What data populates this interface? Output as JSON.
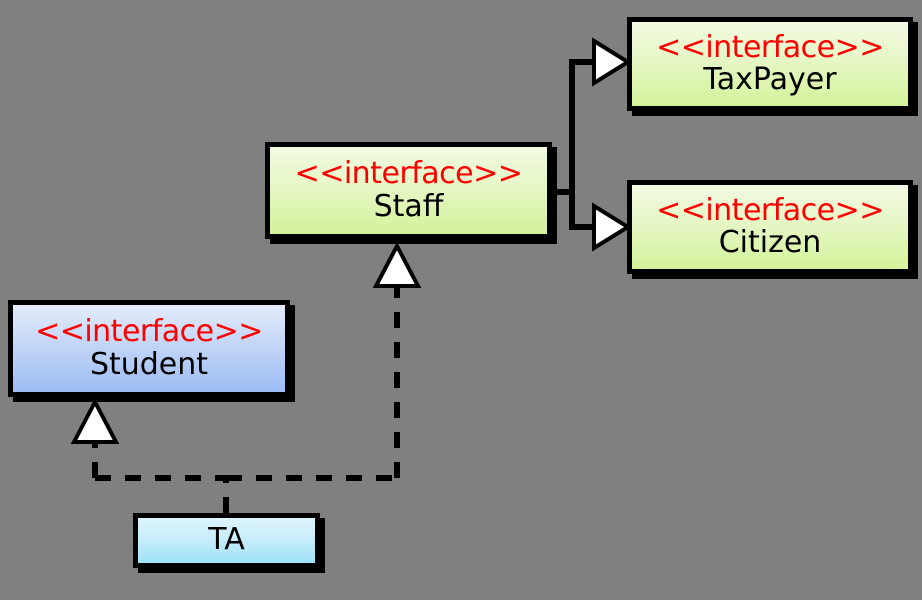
{
  "diagram": {
    "type": "uml-class-diagram",
    "background_color": "#808080",
    "stereotype_color": "#ff0000",
    "line_color": "#000000",
    "nodes": [
      {
        "id": "taxpayer",
        "stereotype": "<<interface>>",
        "name": "TaxPayer",
        "fill": "green-gradient",
        "fill_top": "#f2fae2",
        "fill_bottom": "#d4f29a"
      },
      {
        "id": "citizen",
        "stereotype": "<<interface>>",
        "name": "Citizen",
        "fill": "green-gradient",
        "fill_top": "#f2fae2",
        "fill_bottom": "#d4f29a"
      },
      {
        "id": "staff",
        "stereotype": "<<interface>>",
        "name": "Staff",
        "fill": "green-gradient",
        "fill_top": "#f2fae2",
        "fill_bottom": "#d4f29a"
      },
      {
        "id": "student",
        "stereotype": "<<interface>>",
        "name": "Student",
        "fill": "blue-gradient",
        "fill_top": "#e4ecfb",
        "fill_bottom": "#9dbdf5"
      },
      {
        "id": "ta",
        "stereotype": "",
        "name": "TA",
        "fill": "cyan-gradient",
        "fill_top": "#ddf4fd",
        "fill_bottom": "#9fe2f7"
      }
    ],
    "edges": [
      {
        "id": "staff-taxpayer",
        "from": "staff",
        "to": "taxpayer",
        "style": "solid",
        "arrowhead": "hollow-triangle",
        "relation": "generalization"
      },
      {
        "id": "staff-citizen",
        "from": "staff",
        "to": "citizen",
        "style": "solid",
        "arrowhead": "hollow-triangle",
        "relation": "generalization"
      },
      {
        "id": "ta-student",
        "from": "ta",
        "to": "student",
        "style": "dashed",
        "arrowhead": "hollow-triangle",
        "relation": "realization"
      },
      {
        "id": "ta-staff",
        "from": "ta",
        "to": "staff",
        "style": "dashed",
        "arrowhead": "hollow-triangle",
        "relation": "realization"
      }
    ]
  }
}
